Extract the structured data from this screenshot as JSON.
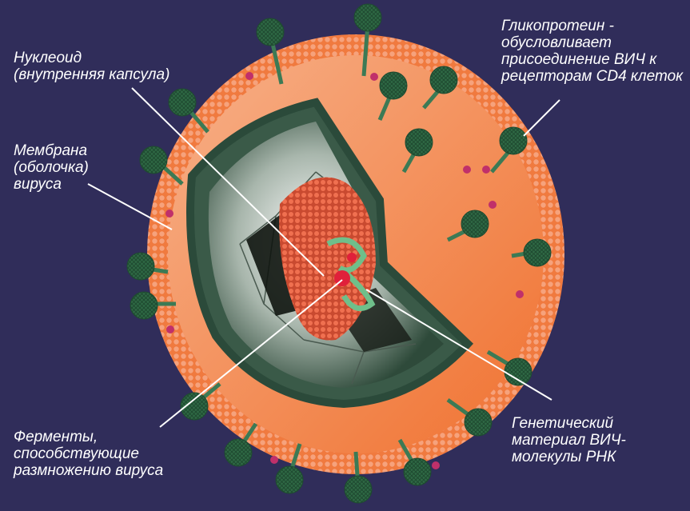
{
  "labels": {
    "nucleoid": [
      "Нуклеоид",
      "(внутренняя капсула)"
    ],
    "membrane": [
      "Мембрана",
      "(оболочка)",
      "вируса"
    ],
    "glycoprotein": [
      "Гликопротеин -",
      "обусловливает",
      "присоединение ВИЧ к",
      "рецепторам CD4 клеток"
    ],
    "enzymes": [
      "Ферменты,",
      "способствующие",
      "размножению вируса"
    ],
    "genetic": [
      "Генетический",
      "материал ВИЧ-",
      "молекулы РНК"
    ]
  },
  "colors": {
    "background": "#302d5a",
    "membrane": "#f07a3f",
    "membrane_beads": "#f2a07a",
    "capsule": "#3f6a50",
    "knob": "#2f6a45",
    "core": "#e05a40",
    "leader": "#ffffff"
  }
}
